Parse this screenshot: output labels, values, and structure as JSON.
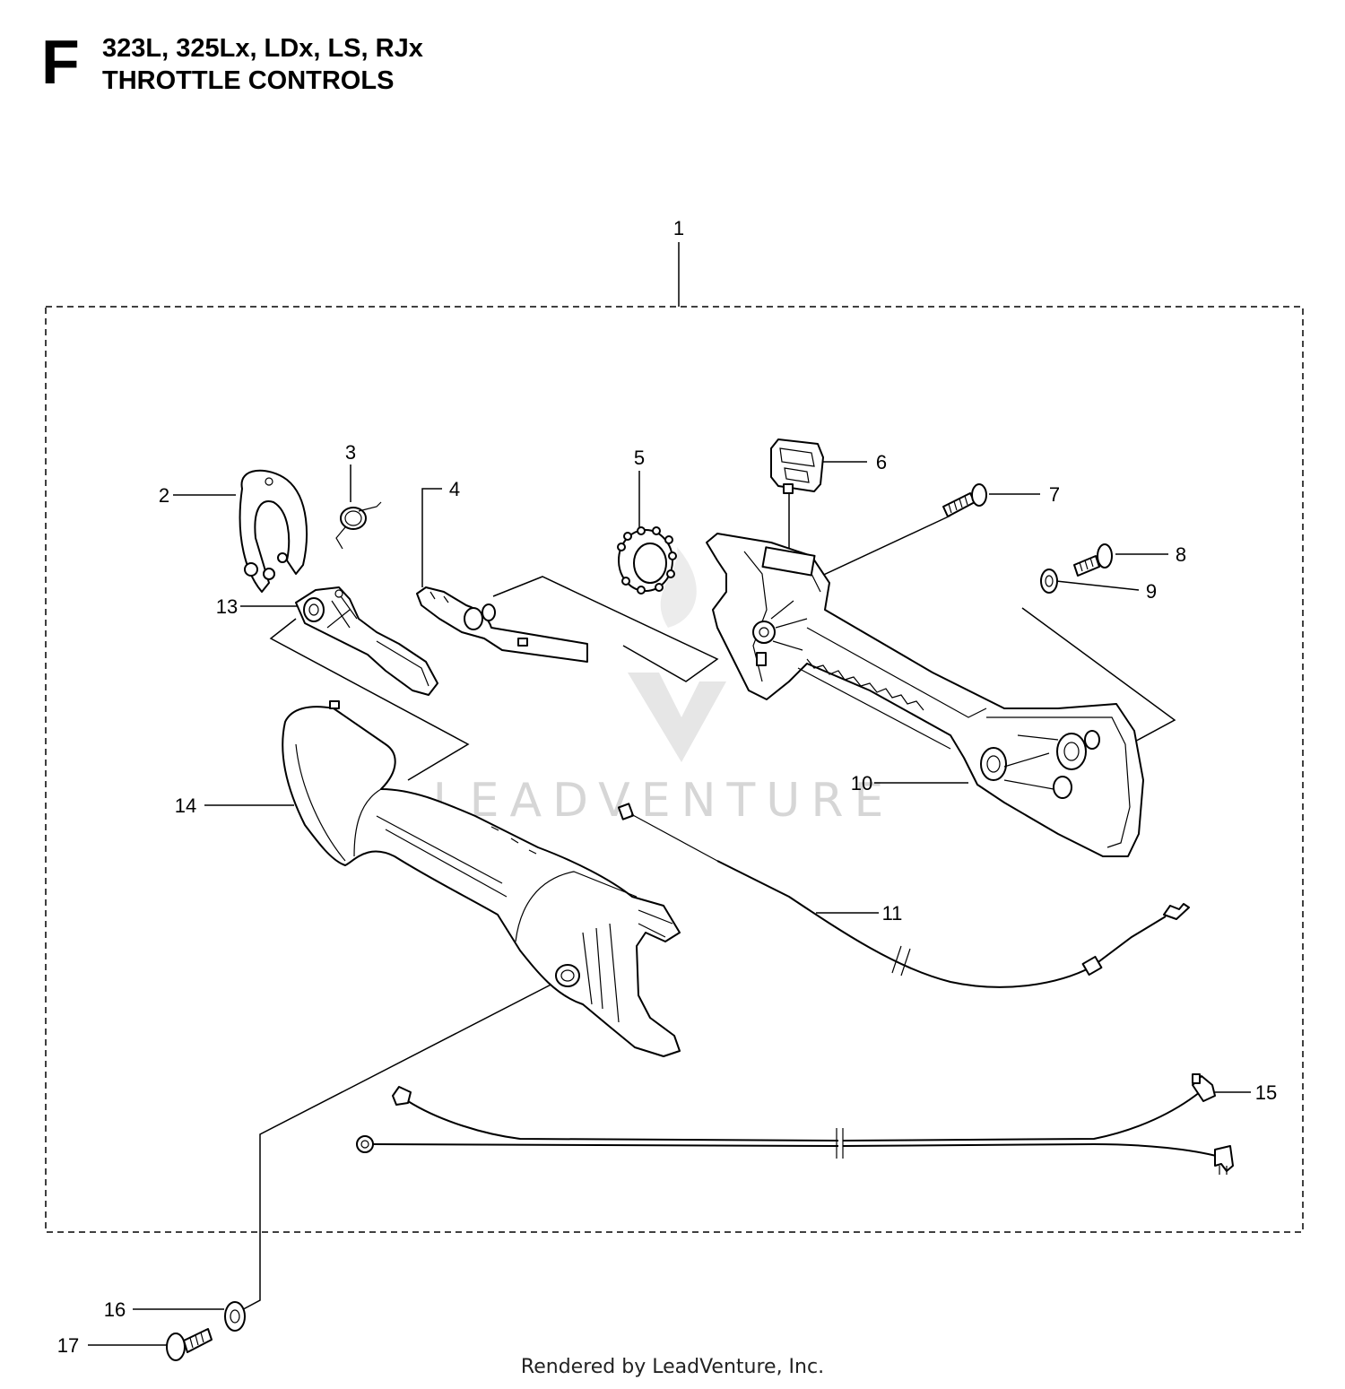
{
  "header": {
    "section_letter": "F",
    "models": "323L, 325Lx, LDx, LS, RJx",
    "title": "THROTTLE CONTROLS"
  },
  "callouts": {
    "c1": "1",
    "c2": "2",
    "c3": "3",
    "c4": "4",
    "c5": "5",
    "c6": "6",
    "c7": "7",
    "c8": "8",
    "c9": "9",
    "c10": "10",
    "c11": "11",
    "c13": "13",
    "c14": "14",
    "c15": "15",
    "c16": "16",
    "c17": "17"
  },
  "watermark": "LEADVENTURE",
  "footer": "Rendered by LeadVenture, Inc."
}
